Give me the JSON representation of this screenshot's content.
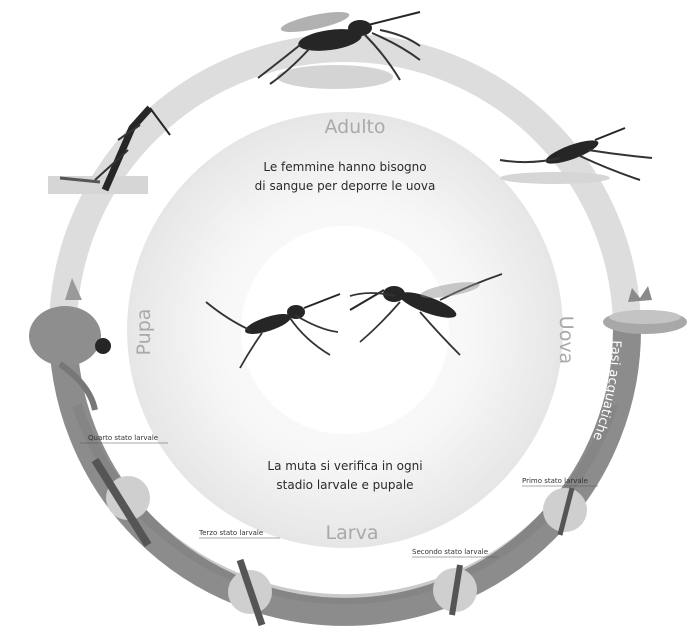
{
  "stages": {
    "adult": "Adulto",
    "eggs": "Uova",
    "larva": "Larva",
    "pupa": "Pupa"
  },
  "aquatic_phases": "Fasi acquatiche",
  "notes": {
    "adult_line1": "Le femmine hanno bisogno",
    "adult_line2": "di sangue per deporre le uova",
    "molt_line1": "La muta si verifica in ogni",
    "molt_line2": "stadio larvale e pupale"
  },
  "larval_instars": {
    "first": "Primo stato larvale",
    "second": "Secondo stato larvale",
    "third": "Terzo stato larvale",
    "fourth": "Quarto stato larvale"
  },
  "colors": {
    "outer_ring": "#dcdcdc",
    "aquatic_band": "#8a8a8a",
    "inner_disc": "#f2f2f2",
    "insect": "#262626"
  }
}
